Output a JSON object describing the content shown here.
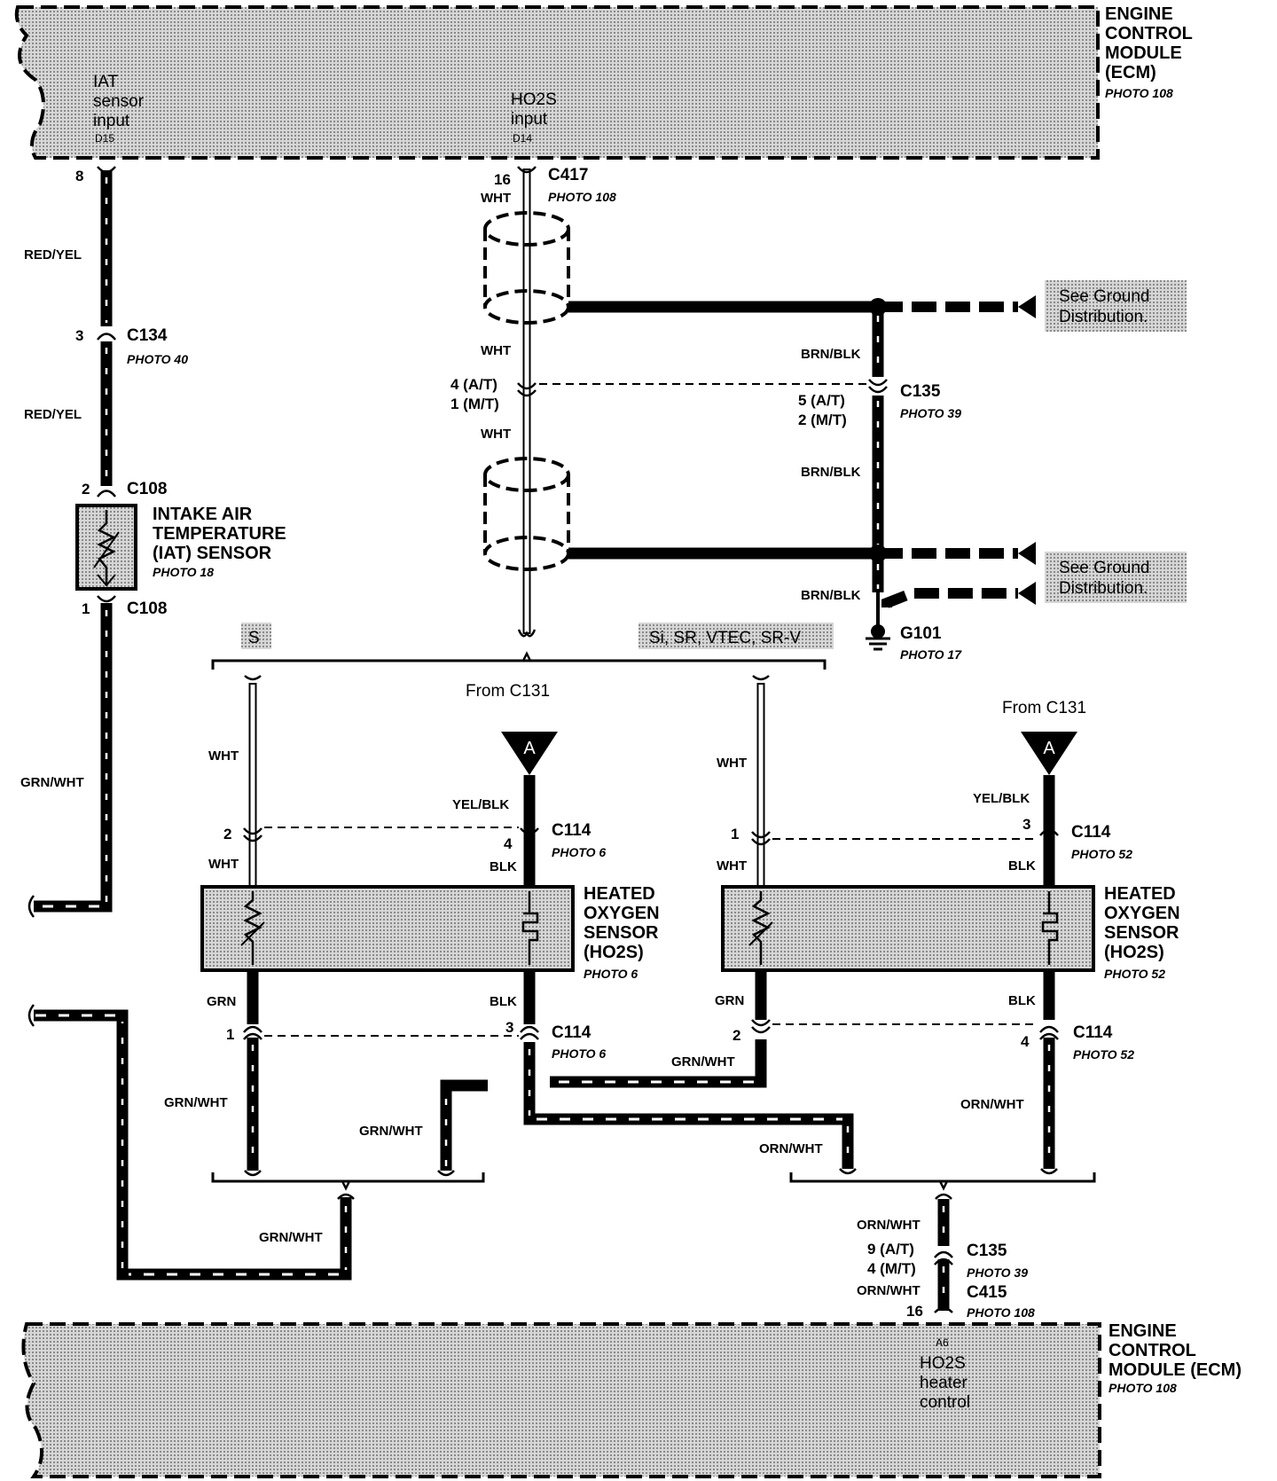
{
  "ecm_top": {
    "title_lines": [
      "ENGINE",
      "CONTROL",
      "MODULE",
      "(ECM)"
    ],
    "photo": "PHOTO 108",
    "iat_input_lines": [
      "IAT",
      "sensor",
      "input"
    ],
    "iat_pin": "D15",
    "ho2s_input_lines": [
      "HO2S",
      "input"
    ],
    "ho2s_pin": "D14"
  },
  "ecm_bottom": {
    "title_lines": [
      "ENGINE",
      "CONTROL",
      "MODULE (ECM)"
    ],
    "photo": "PHOTO 108",
    "pin": "A6",
    "control_lines": [
      "HO2S",
      "heater",
      "control"
    ]
  },
  "iat_circuit": {
    "pin_ecm": "8",
    "wire_1": "RED/YEL",
    "c134_pin": "3",
    "c134": "C134",
    "c134_photo": "PHOTO 40",
    "wire_2": "RED/YEL",
    "c108_pin_top": "2",
    "c108_top": "C108",
    "sensor_lines": [
      "INTAKE AIR",
      "TEMPERATURE",
      "(IAT) SENSOR"
    ],
    "sensor_photo": "PHOTO 18",
    "c108_pin_bottom": "1",
    "c108_bottom": "C108",
    "wire_3": "GRN/WHT"
  },
  "ho2s_signal": {
    "pin": "16",
    "c417": "C417",
    "c417_photo": "PHOTO 108",
    "wire_top": "WHT",
    "wire_mid": "WHT",
    "c135_left_pins": [
      "4 (A/T)",
      "1 (M/T)"
    ],
    "wire_low": "WHT",
    "ground_note_lines": [
      "See Ground",
      "Distribution."
    ],
    "brnblk_1": "BRN/BLK",
    "c135_right_pins": [
      "5 (A/T)",
      "2 (M/T)"
    ],
    "c135": "C135",
    "c135_photo": "PHOTO 39",
    "brnblk_2": "BRN/BLK",
    "ground_note2_lines": [
      "See Ground",
      "Distribution."
    ],
    "brnblk_3": "BRN/BLK",
    "g101": "G101",
    "g101_photo": "PHOTO 17"
  },
  "variants": {
    "left": "S",
    "right": "Si, SR, VTEC, SR-V",
    "from_c131_left": "From C131",
    "from_c131_right": "From C131",
    "node": "A"
  },
  "sensor_left": {
    "wht_top": "WHT",
    "pin_sig": "2",
    "yelblk": "YEL/BLK",
    "pin_pwr": "4",
    "c114": "C114",
    "c114_photo": "PHOTO 6",
    "wht_bottom": "WHT",
    "blk_top": "BLK",
    "title_lines": [
      "HEATED",
      "OXYGEN",
      "SENSOR",
      "(HO2S)"
    ],
    "photo": "PHOTO 6",
    "grn": "GRN",
    "blk_bottom": "BLK",
    "pin_gnd": "1",
    "pin_htr": "3",
    "c114_b": "C114",
    "c114_b_photo": "PHOTO 6",
    "grnwht_1": "GRN/WHT",
    "grnwht_2": "GRN/WHT",
    "grnwht_3": "GRN/WHT"
  },
  "sensor_right": {
    "wht_top": "WHT",
    "pin_sig": "1",
    "yelblk": "YEL/BLK",
    "pin_pwr": "3",
    "c114": "C114",
    "c114_photo": "PHOTO 52",
    "wht_bottom": "WHT",
    "blk_top": "BLK",
    "title_lines": [
      "HEATED",
      "OXYGEN",
      "SENSOR",
      "(HO2S)"
    ],
    "photo": "PHOTO 52",
    "grn": "GRN",
    "blk_bottom": "BLK",
    "pin_gnd": "2",
    "pin_htr": "4",
    "c114_b": "C114",
    "c114_b_photo": "PHOTO 52",
    "grnwht": "GRN/WHT",
    "ornwht_1": "ORN/WHT",
    "ornwht_2": "ORN/WHT"
  },
  "heater_return": {
    "ornwht_top": "ORN/WHT",
    "c135_pins": [
      "9 (A/T)",
      "4 (M/T)"
    ],
    "c135": "C135",
    "c135_photo": "PHOTO 39",
    "ornwht_bottom": "ORN/WHT",
    "c415_pin": "16",
    "c415": "C415",
    "c415_photo": "PHOTO 108"
  },
  "colors": {
    "ink": "#000000",
    "module_fill": "#c8c8c8",
    "paper": "#ffffff"
  }
}
